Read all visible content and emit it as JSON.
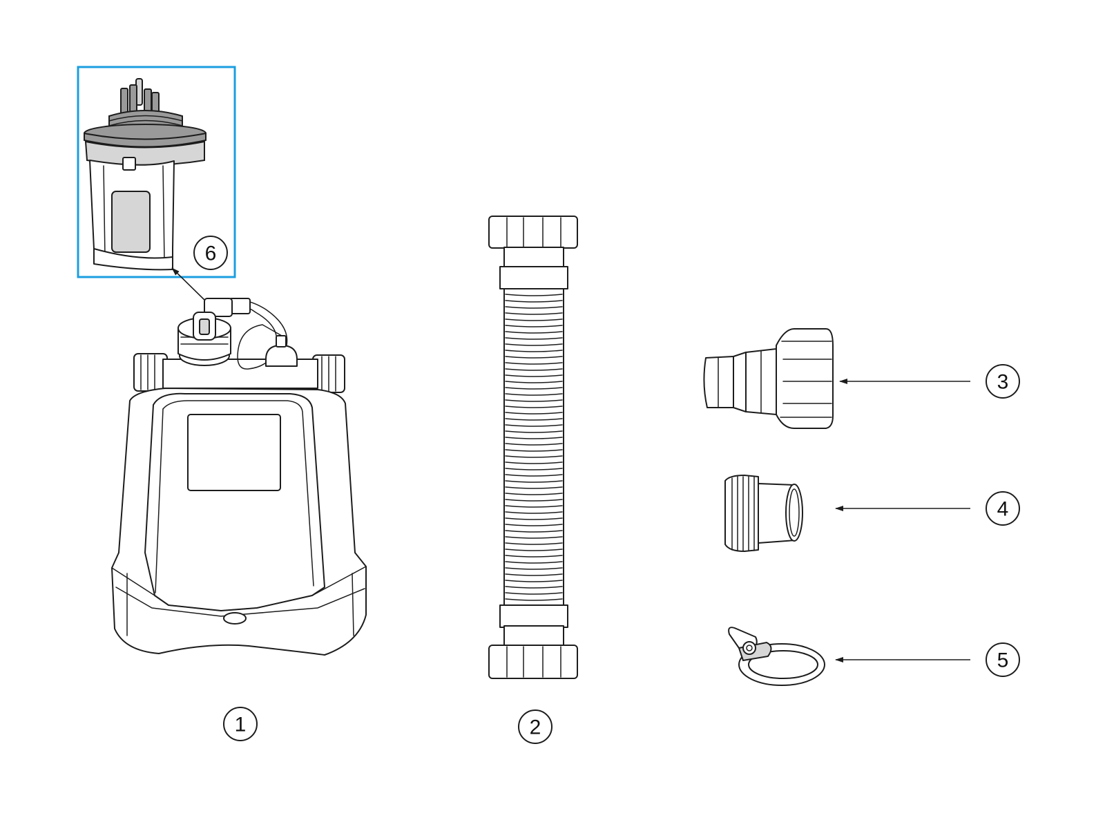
{
  "highlight_color": "#1a9ee0",
  "callouts": {
    "part_1": "1",
    "part_2": "2",
    "part_3": "3",
    "part_4": "4",
    "part_5": "5",
    "part_6": "6"
  },
  "parts": {
    "part_1": "salt-chlorinator-unit-icon",
    "part_2": "flexible-hose-icon",
    "part_3": "hose-adapter-with-nut-icon",
    "part_4": "threaded-adapter-icon",
    "part_5": "hose-clamp-icon",
    "part_6": "electrolytic-cell-icon"
  }
}
